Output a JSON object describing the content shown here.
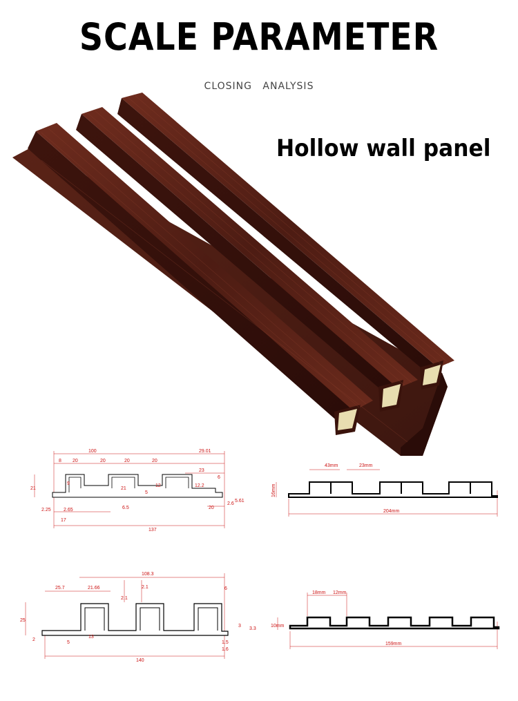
{
  "header": {
    "title": "SCALE PARAMETER",
    "subtitle": "CLOSING   ANALYSIS",
    "product_name": "Hollow wall panel"
  },
  "colors": {
    "wood_dark": "#3a1410",
    "wood_mid": "#5e2418",
    "wood_light": "#7a3324",
    "core": "#e8ddb0",
    "dimension_red": "#cc1111",
    "outline": "#000000"
  },
  "drawings": {
    "d1": {
      "w100": "100",
      "w29": "29.01",
      "w8": "8",
      "w20a": "20",
      "w20b": "20",
      "w20c": "20",
      "w20d": "20",
      "w23": "23",
      "w6": "6",
      "h21": "21",
      "h9": "9",
      "h21b": "21",
      "h12": "12",
      "h122": "12.2",
      "h225": "2.25",
      "h265": "2.65",
      "h5": "5",
      "h65": "6.5",
      "w20e": "20",
      "h26": "2.6",
      "h561": "5.61",
      "w17": "17",
      "w137": "137"
    },
    "d2": {
      "w43": "43mm",
      "w23": "23mm",
      "h16": "16mm",
      "w204": "204mm"
    },
    "d3": {
      "w1083": "108.3",
      "w257": "25.7",
      "w2166": "21.66",
      "h21": "2.1",
      "h21b": "2.1",
      "h25": "25",
      "h6": "6",
      "h2": "2",
      "h5": "5",
      "h13": "13",
      "h3": "3",
      "h33": "3.3",
      "h15": "1.5",
      "h16": "1.6",
      "w140": "140"
    },
    "d4": {
      "w18": "18mm",
      "w12": "12mm",
      "h10": "10mm",
      "w159": "159mm"
    }
  }
}
